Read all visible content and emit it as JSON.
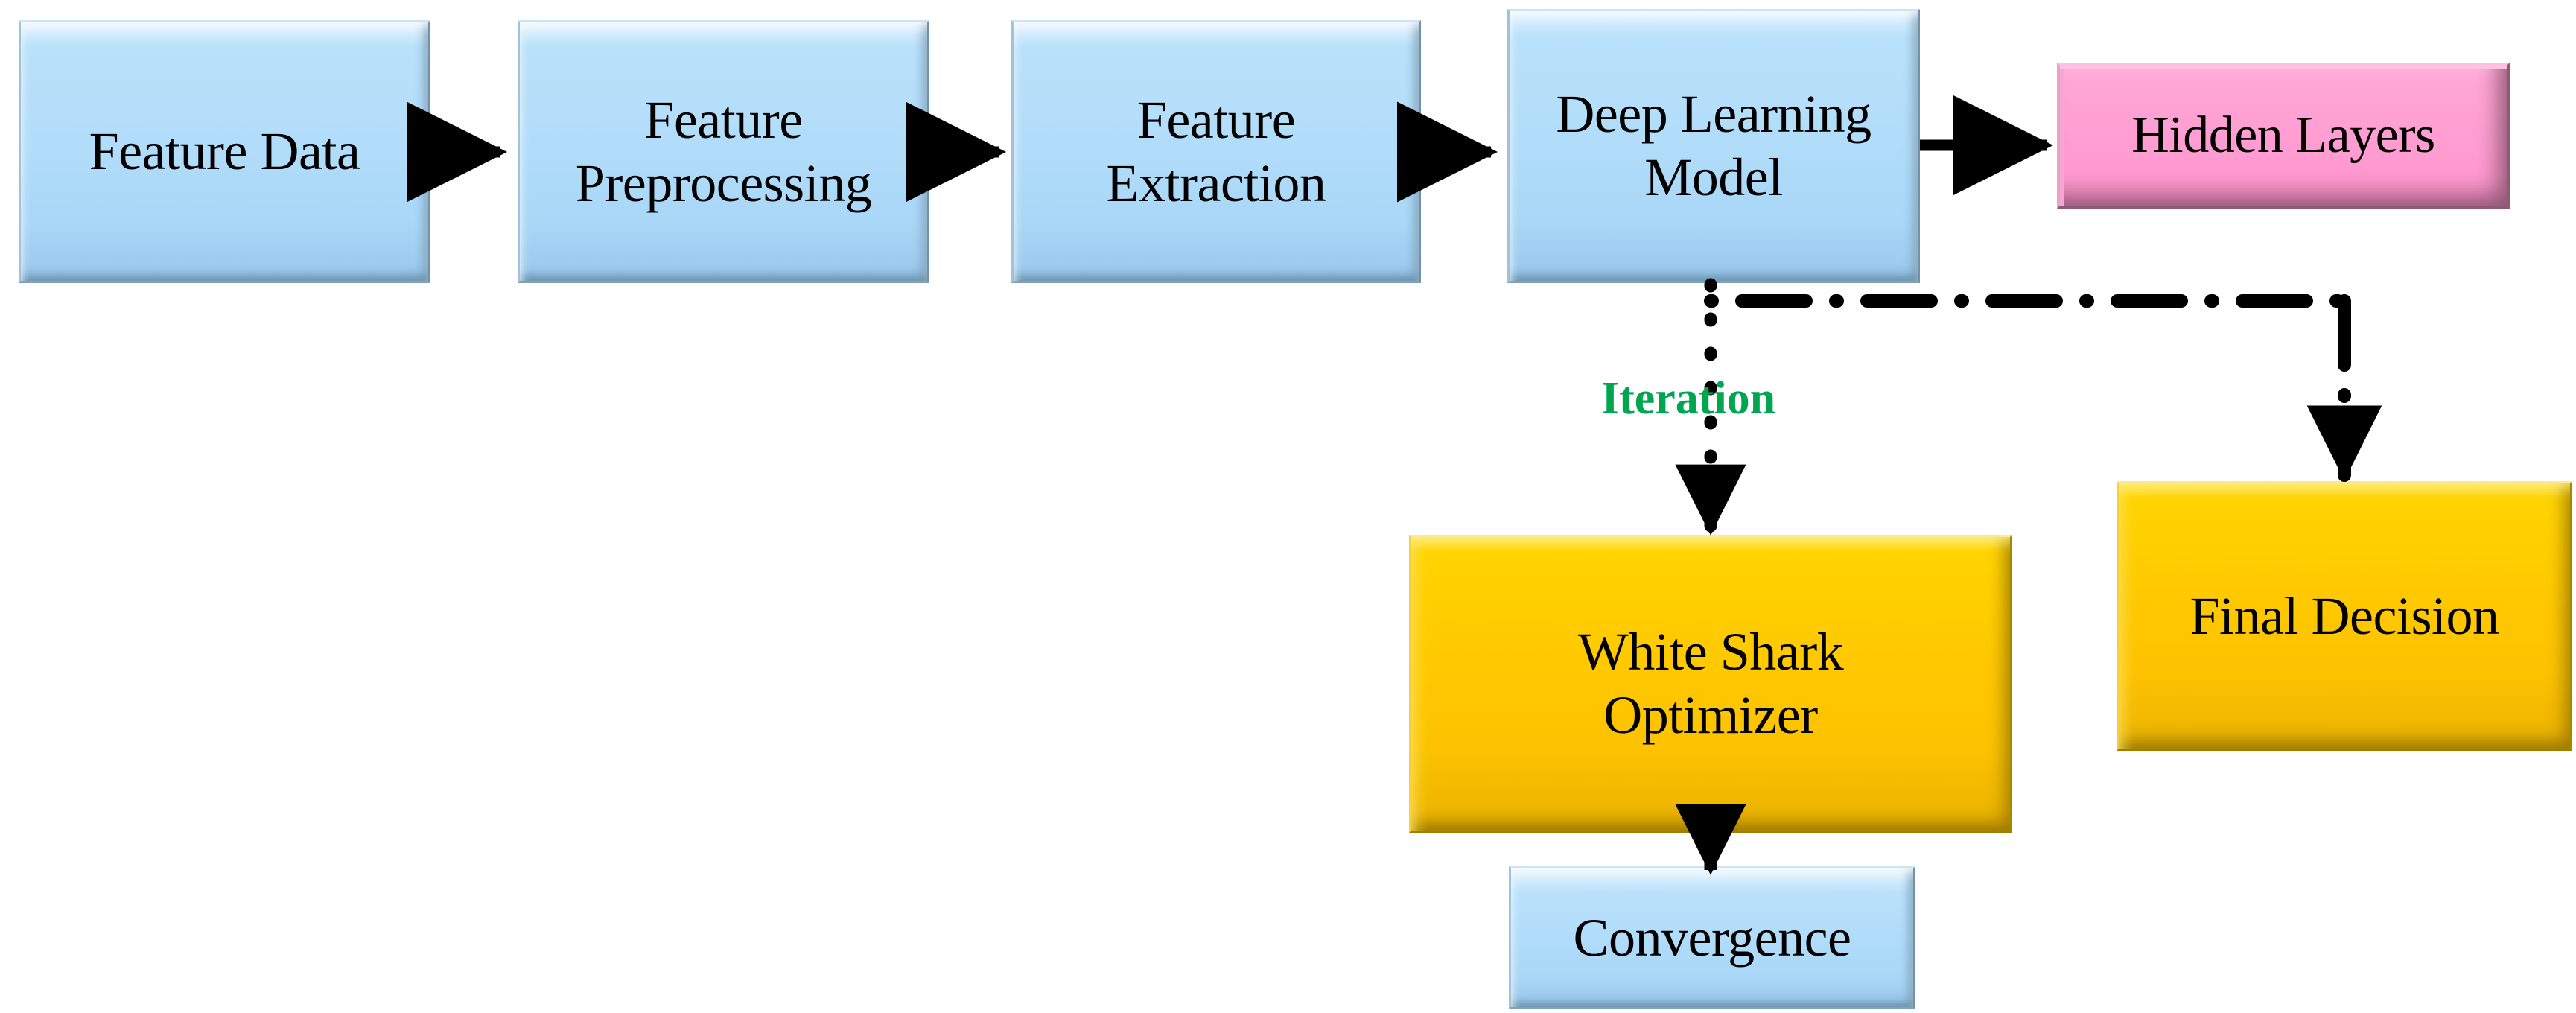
{
  "diagram": {
    "title": "Deep Learning with White Shark Optimizer Flowchart",
    "colors": {
      "blue_face": "#AEDCF8",
      "pink_face": "#FF9FD2",
      "gold_face": "#FFC900",
      "iteration_green": "#00A550",
      "connector_black": "#000000",
      "background": "#FFFFFF"
    },
    "nodes": [
      {
        "id": "feature-data",
        "label": "Feature Data",
        "shape": "rect-3d",
        "color": "blue"
      },
      {
        "id": "feature-preprocessing",
        "label": "Feature\nPreprocessing",
        "shape": "rect-3d",
        "color": "blue"
      },
      {
        "id": "feature-extraction",
        "label": "Feature\nExtraction",
        "shape": "rect-3d",
        "color": "blue"
      },
      {
        "id": "deep-learning-model",
        "label": "Deep Learning\nModel",
        "shape": "rect-3d",
        "color": "blue"
      },
      {
        "id": "hidden-layers",
        "label": "Hidden Layers",
        "shape": "rect-3d",
        "color": "pink"
      },
      {
        "id": "white-shark-optimizer",
        "label": "White Shark\nOptimizer",
        "shape": "rect-3d",
        "color": "gold"
      },
      {
        "id": "final-decision",
        "label": "Final Decision",
        "shape": "rect-3d",
        "color": "gold"
      },
      {
        "id": "convergence",
        "label": "Convergence",
        "shape": "rect-3d",
        "color": "blue"
      }
    ],
    "edges": [
      {
        "from": "feature-data",
        "to": "feature-preprocessing",
        "style": "solid",
        "label": ""
      },
      {
        "from": "feature-preprocessing",
        "to": "feature-extraction",
        "style": "solid",
        "label": ""
      },
      {
        "from": "feature-extraction",
        "to": "deep-learning-model",
        "style": "solid",
        "label": ""
      },
      {
        "from": "deep-learning-model",
        "to": "hidden-layers",
        "style": "solid",
        "label": ""
      },
      {
        "from": "deep-learning-model",
        "to": "white-shark-optimizer",
        "style": "dotted",
        "label": "Iteration"
      },
      {
        "from": "white-shark-optimizer",
        "to": "convergence",
        "style": "solid",
        "label": ""
      },
      {
        "from": "deep-learning-model",
        "to": "final-decision",
        "style": "dash-dot",
        "label": ""
      }
    ],
    "edge_labels": {
      "iteration": "Iteration"
    }
  }
}
